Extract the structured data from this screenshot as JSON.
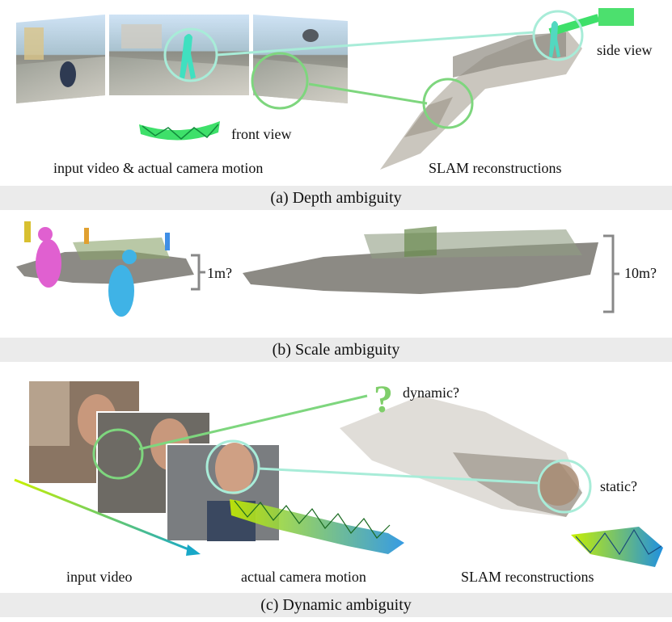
{
  "panels": {
    "a": {
      "caption": "(a) Depth ambiguity",
      "labels": {
        "front_view": "front view",
        "side_view": "side view",
        "input": "input video & actual camera motion",
        "slam": "SLAM reconstructions"
      }
    },
    "b": {
      "caption": "(b) Scale ambiguity",
      "labels": {
        "scale_small": "1m?",
        "scale_large": "10m?"
      }
    },
    "c": {
      "caption": "(c) Dynamic ambiguity",
      "labels": {
        "question_mark": "?",
        "dynamic": "dynamic?",
        "static": "static?",
        "input": "input video",
        "motion": "actual camera motion",
        "slam": "SLAM reconstructions"
      }
    }
  },
  "colors": {
    "caption_bg": "#ebebeb",
    "circle_cyan": "#a8ecd8",
    "circle_green": "#7ed67e",
    "question_green": "#7fce6a",
    "magenta_figure": "#e060d0",
    "blue_figure": "#3fb3e6",
    "bracket_gray": "#888888"
  },
  "icons": {
    "camera_trajectory": "camera-frustum-trajectory-icon",
    "human_mesh": "human-mesh-icon",
    "point_cloud": "point-cloud-icon"
  }
}
